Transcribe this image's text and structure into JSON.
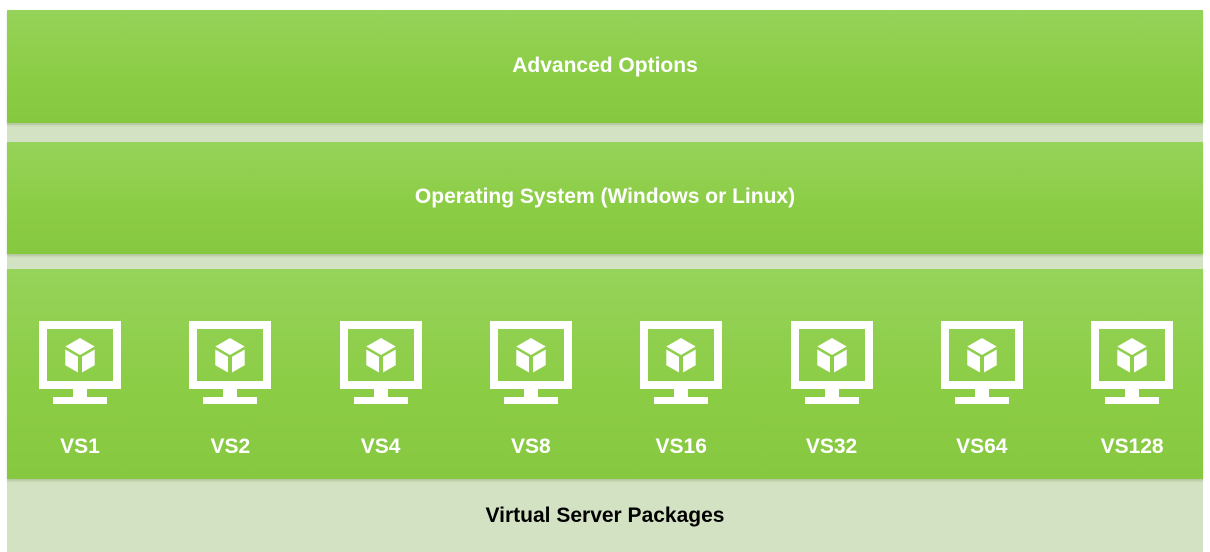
{
  "layers": {
    "advanced": "Advanced Options",
    "os": "Operating System (Windows or Linux)"
  },
  "packages": [
    {
      "label": "VS1"
    },
    {
      "label": "VS2"
    },
    {
      "label": "VS4"
    },
    {
      "label": "VS8"
    },
    {
      "label": "VS16"
    },
    {
      "label": "VS32"
    },
    {
      "label": "VS64"
    },
    {
      "label": "VS128"
    }
  ],
  "footer": "Virtual Server Packages",
  "icon": "monitor-with-cube-icon",
  "colors": {
    "band_green": "#8ccd46",
    "base_sage": "#d2e2c2",
    "text_white": "#ffffff",
    "text_black": "#000000"
  }
}
